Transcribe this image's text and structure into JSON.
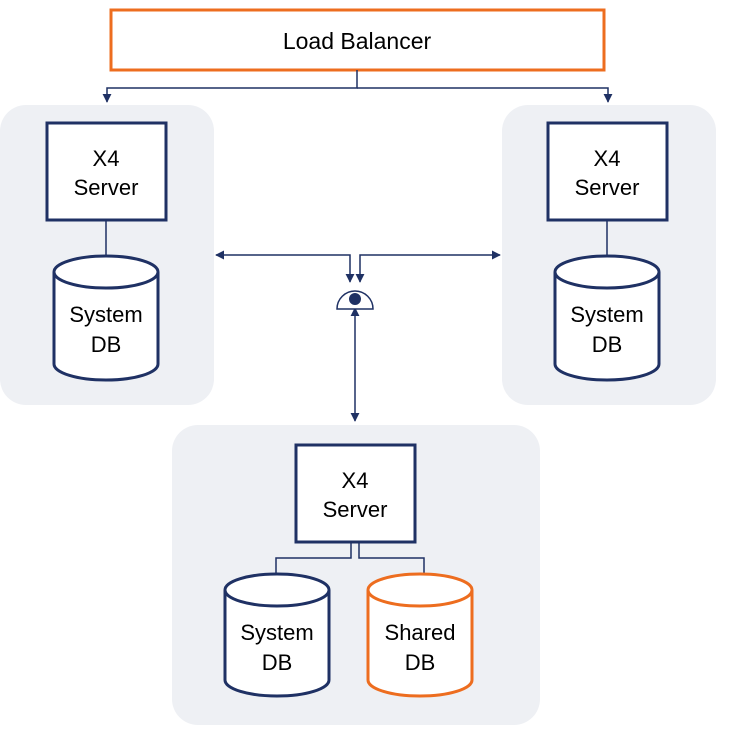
{
  "diagram": {
    "load_balancer": {
      "label": "Load Balancer"
    },
    "nodes": [
      {
        "server": {
          "line1": "X4",
          "line2": "Server"
        },
        "system_db": {
          "line1": "System",
          "line2": "DB"
        }
      },
      {
        "server": {
          "line1": "X4",
          "line2": "Server"
        },
        "system_db": {
          "line1": "System",
          "line2": "DB"
        }
      },
      {
        "server": {
          "line1": "X4",
          "line2": "Server"
        },
        "system_db": {
          "line1": "System",
          "line2": "DB"
        },
        "shared_db": {
          "line1": "Shared",
          "line2": "DB"
        }
      }
    ]
  },
  "colors": {
    "line": "#1f3164",
    "accent": "#ed6d1f",
    "group_bg": "#eef0f4"
  }
}
